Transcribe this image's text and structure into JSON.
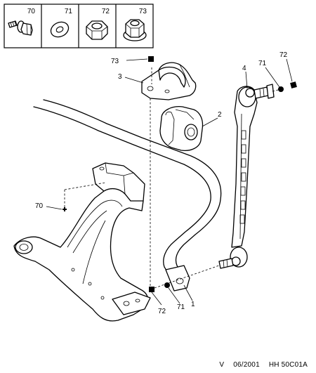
{
  "legend_boxes": [
    {
      "number": "70",
      "icon": "bolt-with-washer-icon"
    },
    {
      "number": "71",
      "icon": "flat-washer-icon"
    },
    {
      "number": "72",
      "icon": "hex-nut-icon"
    },
    {
      "number": "73",
      "icon": "flanged-nut-icon"
    }
  ],
  "callouts": {
    "c73": "73",
    "c3": "3",
    "c2": "2",
    "c4": "4",
    "c71_top": "71",
    "c72_top": "72",
    "c70": "70",
    "c72_bottom": "72",
    "c71_bottom": "71",
    "c1": "1"
  },
  "reference": {
    "view": "V",
    "date": "06/2001",
    "code": "HH 50C01A"
  }
}
